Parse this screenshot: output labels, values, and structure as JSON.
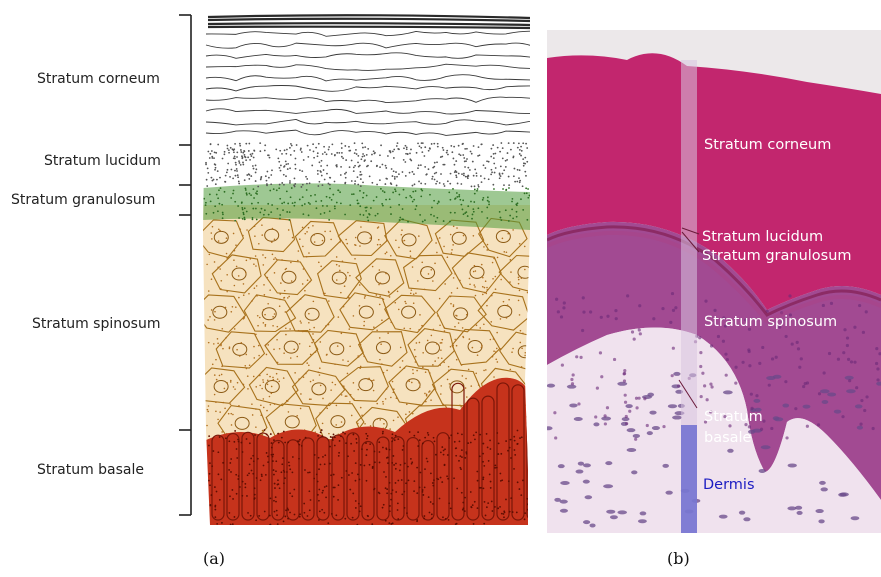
{
  "panel_a": {
    "caption": "(a)",
    "layers": [
      {
        "key": "corneum",
        "label": "Stratum corneum"
      },
      {
        "key": "lucidum",
        "label": "Stratum lucidum"
      },
      {
        "key": "granulosum",
        "label": "Stratum granulosum"
      },
      {
        "key": "spinosum",
        "label": "Stratum spinosum"
      },
      {
        "key": "basale",
        "label": "Stratum basale"
      }
    ],
    "colors": {
      "corneum_lines": "#3a3a3a",
      "lucidum_dots": "#555555",
      "granulosum": "#4f9a3a",
      "spinosum_fill": "#f6e2bf",
      "spinosum_lines": "#a8721c",
      "basale_fill": "#c6331c"
    }
  },
  "panel_b": {
    "caption": "(b)",
    "labels": {
      "corneum": "Stratum corneum",
      "lucidum": "Stratum lucidum",
      "granulosum": "Stratum granulosum",
      "spinosum": "Stratum spinosum",
      "basale_line1": "Stratum",
      "basale_line2": "basale",
      "dermis": "Dermis"
    },
    "colors": {
      "corneum": "#c2266e",
      "epidermis": "#a24a92",
      "dermis": "#f0e2ee",
      "guide_bar": "#d9c4e0",
      "dermis_bar": "#6f6fd0"
    }
  }
}
